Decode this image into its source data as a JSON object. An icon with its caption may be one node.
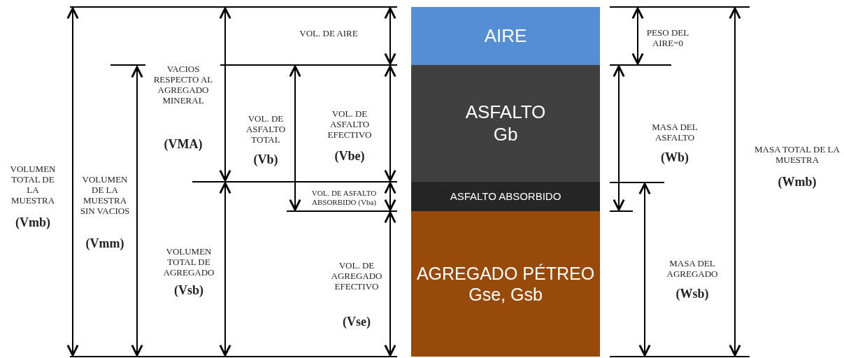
{
  "diagram": {
    "nodes": [
      {
        "text": [
          "AIRE"
        ]
      },
      {
        "text": [
          "ASFALTO Gb"
        ]
      },
      {
        "text": [
          "ASFALTO ABSORBIDO"
        ]
      },
      {
        "text": [
          "AGREGADO PÉTREO Gse, Gsb"
        ]
      }
    ],
    "labels": [
      "VOL. DE AIRE",
      "PESO DEL AIRE=0",
      "VACIOS RESPECTO AL AGREGADO MINERAL",
      "(VMA)",
      "VOL. DE ASFALTO TOTAL",
      "(Vb)",
      "VOL. DE ASFALTO EFECTIVO",
      "(Vbe)",
      "MASA DEL ASFALTO",
      "(Wb)",
      "MASA TOTAL DE LA MUESTRA",
      "(Wmb)",
      "VOLUMEN TOTAL DE LA MUESTRA",
      "(Vmb)",
      "VOLUMEN DE LA MUESTRA SIN VACIOS",
      "(Vmm)",
      "VOL. DE ASFALTO ABSORBIDO (Vba)",
      "VOLUMEN TOTAL DE AGREGADO",
      "(Vsb)",
      "VOL. DE AGREGADO EFECTIVO",
      "(Vse)",
      "MASA DEL AGREGADO",
      "(Wsb)"
    ]
  }
}
